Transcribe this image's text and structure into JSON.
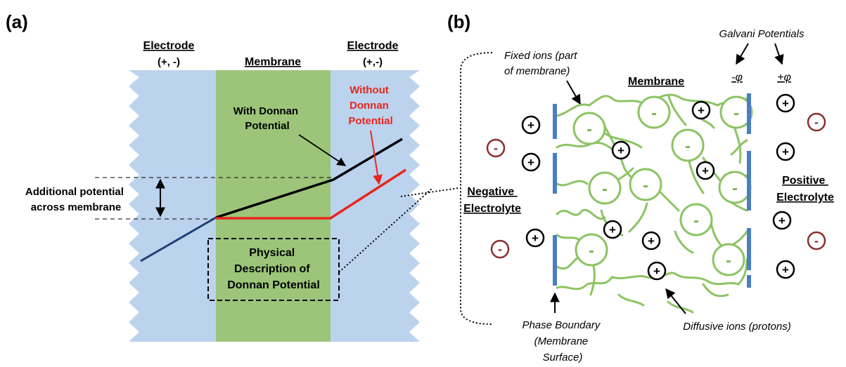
{
  "panel_a": {
    "label": "(a)",
    "electrode_left": {
      "line1": "Electrode",
      "line2": "(+, -)"
    },
    "membrane_header": "Membrane",
    "electrode_right": {
      "line1": "Electrode",
      "line2": "(+,-)"
    },
    "with_donnan": {
      "line1": "With Donnan",
      "line2": "Potential"
    },
    "without_donnan": {
      "line1": "Without",
      "line2": "Donnan",
      "line3": "Potential"
    },
    "additional": {
      "line1": "Additional potential",
      "line2": "across membrane"
    },
    "physical": {
      "line1": "Physical",
      "line2": "Description of",
      "line3": "Donnan Potential"
    }
  },
  "panel_b": {
    "label": "(b)",
    "galvani": "Galvani Potentials",
    "neg_phi": "-φ",
    "pos_phi": "+φ",
    "fixed_ions": {
      "line1": "Fixed ions (part",
      "line2": "of membrane)"
    },
    "membrane_header": "Membrane",
    "negative_electrolyte": {
      "line1": "Negative",
      "line2": "Electrolyte"
    },
    "positive_electrolyte": {
      "line1": "Positive",
      "line2": "Electrolyte"
    },
    "phase_boundary": {
      "line1": "Phase Boundary",
      "line2": "(Membrane",
      "line3": "Surface)"
    },
    "diffusive_ions": "Diffusive ions (protons)",
    "plus_sign": "+",
    "minus_sign": "-"
  },
  "colors": {
    "electrode": "#bcd3ee",
    "membrane": "#9cc579",
    "with_line": "#000000",
    "without_line": "#e8261c",
    "electrode_line": "#1f3f73",
    "boundary": "#4a7ec4",
    "polymer": "#8cc464",
    "fixed_minus": "#7fb556",
    "anion": "#8a2e2e"
  }
}
